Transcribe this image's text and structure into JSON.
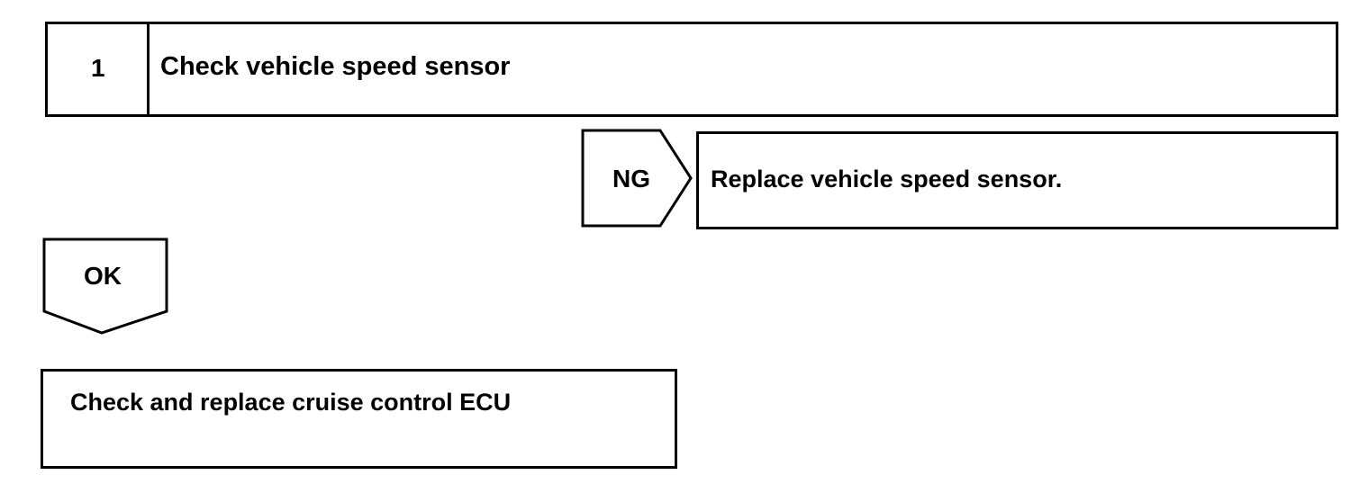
{
  "step": {
    "number": "1",
    "title": "Check vehicle speed sensor"
  },
  "ng_branch": {
    "label": "NG",
    "action": "Replace vehicle speed sensor."
  },
  "ok_branch": {
    "label": "OK",
    "action": "Check and replace cruise control ECU"
  }
}
